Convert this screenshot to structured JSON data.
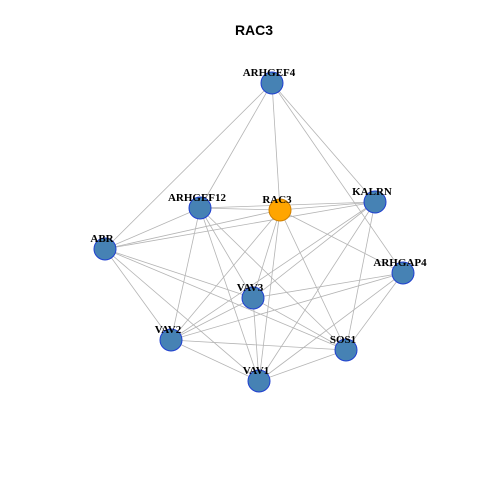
{
  "title": "RAC3",
  "colors": {
    "node_fill": "#4682B4",
    "node_stroke": "#1f3fd0",
    "focus_fill": "#FFA500",
    "focus_stroke": "#d08000",
    "edge": "#b4b4b4"
  },
  "nodes": [
    {
      "id": "ARHGEF4",
      "label": "ARHGEF4",
      "focus": false
    },
    {
      "id": "ARHGEF12",
      "label": "ARHGEF12",
      "focus": false
    },
    {
      "id": "RAC3",
      "label": "RAC3",
      "focus": true
    },
    {
      "id": "KALRN",
      "label": "KALRN",
      "focus": false
    },
    {
      "id": "ABR",
      "label": "ABR",
      "focus": false
    },
    {
      "id": "ARHGAP4",
      "label": "ARHGAP4",
      "focus": false
    },
    {
      "id": "VAV3",
      "label": "VAV3",
      "focus": false
    },
    {
      "id": "VAV2",
      "label": "VAV2",
      "focus": false
    },
    {
      "id": "SOS1",
      "label": "SOS1",
      "focus": false
    },
    {
      "id": "VAV1",
      "label": "VAV1",
      "focus": false
    }
  ],
  "edges": [
    [
      "ARHGEF4",
      "ARHGEF12"
    ],
    [
      "ARHGEF4",
      "RAC3"
    ],
    [
      "ARHGEF4",
      "KALRN"
    ],
    [
      "ARHGEF4",
      "ABR"
    ],
    [
      "ARHGEF4",
      "ARHGAP4"
    ],
    [
      "ARHGEF12",
      "RAC3"
    ],
    [
      "ARHGEF12",
      "KALRN"
    ],
    [
      "ARHGEF12",
      "ABR"
    ],
    [
      "ARHGEF12",
      "VAV3"
    ],
    [
      "ARHGEF12",
      "VAV2"
    ],
    [
      "ARHGEF12",
      "SOS1"
    ],
    [
      "ARHGEF12",
      "VAV1"
    ],
    [
      "RAC3",
      "KALRN"
    ],
    [
      "RAC3",
      "ABR"
    ],
    [
      "RAC3",
      "ARHGAP4"
    ],
    [
      "RAC3",
      "VAV3"
    ],
    [
      "RAC3",
      "VAV2"
    ],
    [
      "RAC3",
      "SOS1"
    ],
    [
      "RAC3",
      "VAV1"
    ],
    [
      "KALRN",
      "ABR"
    ],
    [
      "KALRN",
      "VAV3"
    ],
    [
      "KALRN",
      "VAV2"
    ],
    [
      "KALRN",
      "SOS1"
    ],
    [
      "KALRN",
      "VAV1"
    ],
    [
      "ABR",
      "VAV3"
    ],
    [
      "ABR",
      "VAV2"
    ],
    [
      "ABR",
      "SOS1"
    ],
    [
      "ABR",
      "VAV1"
    ],
    [
      "ARHGAP4",
      "VAV3"
    ],
    [
      "ARHGAP4",
      "VAV2"
    ],
    [
      "ARHGAP4",
      "SOS1"
    ],
    [
      "ARHGAP4",
      "VAV1"
    ],
    [
      "VAV3",
      "VAV2"
    ],
    [
      "VAV3",
      "SOS1"
    ],
    [
      "VAV3",
      "VAV1"
    ],
    [
      "VAV2",
      "SOS1"
    ],
    [
      "VAV2",
      "VAV1"
    ],
    [
      "SOS1",
      "VAV1"
    ]
  ]
}
